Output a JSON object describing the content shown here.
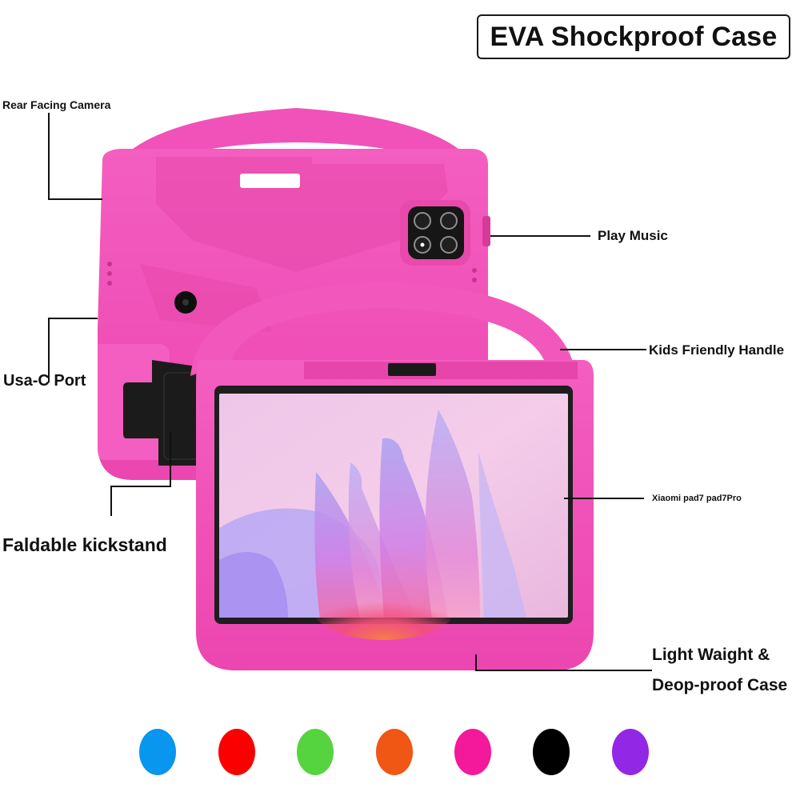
{
  "title": "EVA Shockproof Case",
  "callouts": {
    "rear_camera": "Rear Facing Camera",
    "play_music": "Play Music",
    "kids_handle": "Kids Friendly Handle",
    "usb_port": "Usa-C Port",
    "compatible_model": "Xiaomi pad7 pad7Pro",
    "kickstand": "Faldable kickstand",
    "light_weight_line1": "Light Waight &",
    "light_weight_line2": "Deop-proof Case"
  },
  "product": {
    "case_color": "#f050b8",
    "case_shadow": "#d83a9c",
    "screen_bezel": "#1e1e1e"
  },
  "color_options": [
    {
      "name": "blue",
      "hex": "#0996ee"
    },
    {
      "name": "red",
      "hex": "#fb0000"
    },
    {
      "name": "green",
      "hex": "#55d43f"
    },
    {
      "name": "orange",
      "hex": "#f05614"
    },
    {
      "name": "rose",
      "hex": "#f4189b"
    },
    {
      "name": "black",
      "hex": "#000000"
    },
    {
      "name": "purple",
      "hex": "#9227e6"
    }
  ]
}
